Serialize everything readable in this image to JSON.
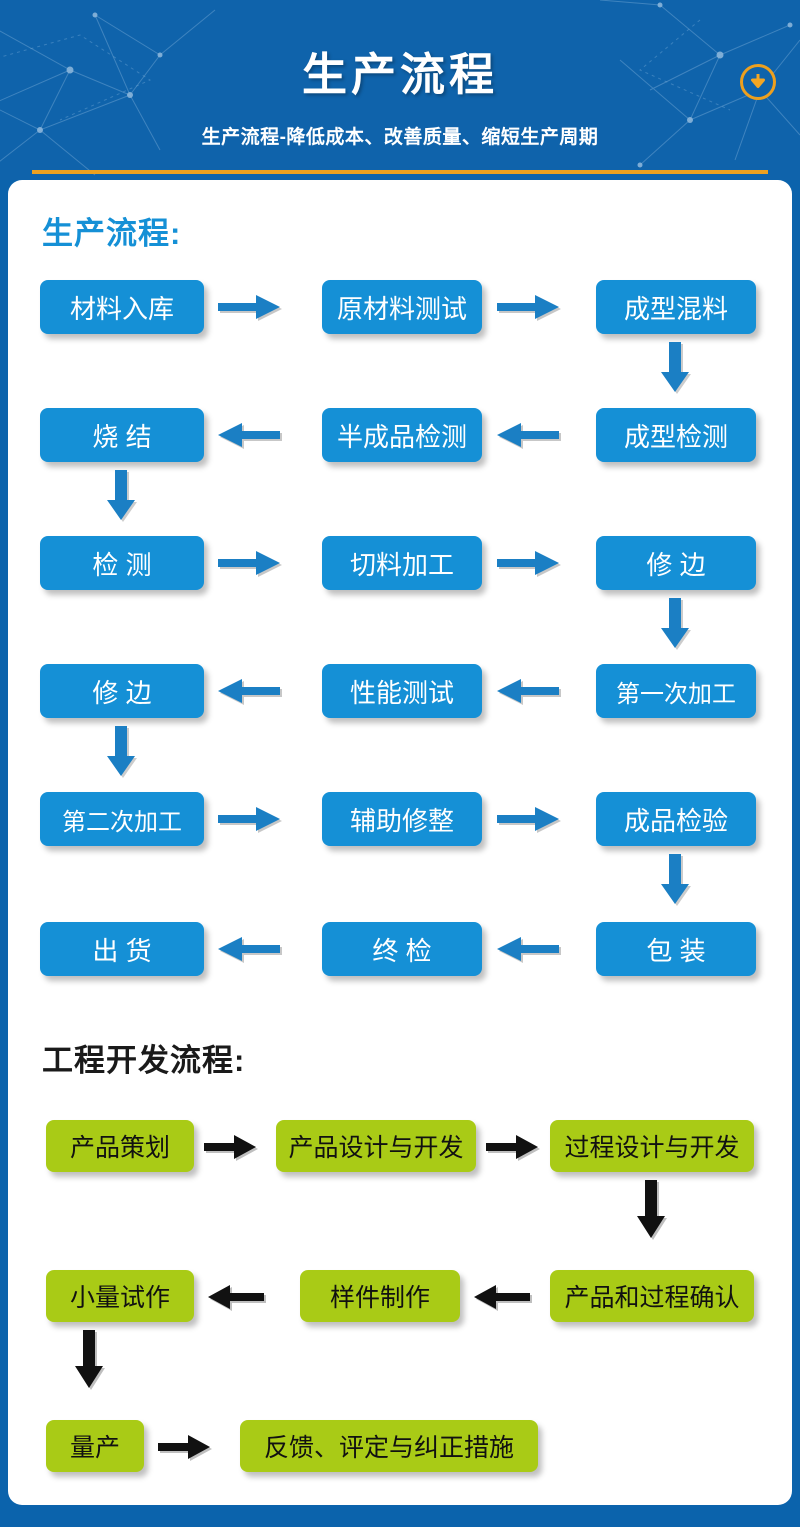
{
  "header": {
    "title": "生产流程",
    "subtitle": "生产流程-降低成本、改善质量、缩短生产周期",
    "download_icon": "download-arrow-circle-icon",
    "bg_color": "#0f63ab",
    "accent_color": "#eda01f"
  },
  "production": {
    "heading": "生产流程:",
    "heading_color": "#1590d6",
    "box_color": "#1590d6",
    "text_color": "#ffffff",
    "arrow_color": "#1b7fc4",
    "rows": [
      {
        "direction": "right",
        "nodes": [
          "材料入库",
          "原材料测试",
          "成型混料"
        ]
      },
      {
        "direction": "left",
        "nodes": [
          "成型检测",
          "半成品检测",
          "烧  结"
        ]
      },
      {
        "direction": "right",
        "nodes": [
          "检  测",
          "切料加工",
          "修  边"
        ]
      },
      {
        "direction": "left",
        "nodes": [
          "第一次加工",
          "性能测试",
          "修  边"
        ]
      },
      {
        "direction": "right",
        "nodes": [
          "第二次加工",
          "辅助修整",
          "成品检验"
        ]
      },
      {
        "direction": "left",
        "nodes": [
          "包  装",
          "终  检",
          "出  货"
        ]
      }
    ],
    "nodes_flat": [
      "材料入库",
      "原材料测试",
      "成型混料",
      "烧  结",
      "半成品检测",
      "成型检测",
      "检  测",
      "切料加工",
      "修  边",
      "修  边",
      "性能测试",
      "第一次加工",
      "第二次加工",
      "辅助修整",
      "成品检验",
      "出  货",
      "终  检",
      "包  装"
    ]
  },
  "engineering": {
    "heading": "工程开发流程:",
    "heading_color": "#1a1a1a",
    "box_color": "#a9cb16",
    "text_color": "#111111",
    "arrow_color": "#111111",
    "rows": [
      {
        "direction": "right",
        "nodes": [
          "产品策划",
          "产品设计与开发",
          "过程设计与开发"
        ]
      },
      {
        "direction": "left",
        "nodes": [
          "产品和过程确认",
          "样件制作",
          "小量试作"
        ]
      },
      {
        "direction": "right",
        "nodes": [
          "量产",
          "反馈、评定与纠正措施"
        ]
      }
    ],
    "nodes_flat": [
      "产品策划",
      "产品设计与开发",
      "过程设计与开发",
      "小量试作",
      "样件制作",
      "产品和过程确认",
      "量产",
      "反馈、评定与纠正措施"
    ]
  }
}
